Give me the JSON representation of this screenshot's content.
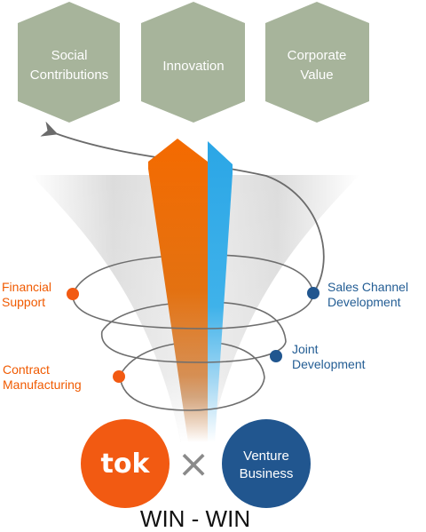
{
  "hexagons": [
    {
      "line1": "Social",
      "line2": "Contributions"
    },
    {
      "line1": "Innovation",
      "line2": ""
    },
    {
      "line1": "Corporate",
      "line2": "Value"
    }
  ],
  "left_items": [
    {
      "line1": "Financial",
      "line2": "Support"
    },
    {
      "line1": "Contract",
      "line2": "Manufacturing"
    }
  ],
  "right_items": [
    {
      "line1": "Sales Channel",
      "line2": "Development"
    },
    {
      "line1": "Joint",
      "line2": "Development"
    }
  ],
  "partners": {
    "tok_logo": "tok",
    "venture_line1": "Venture",
    "venture_line2": "Business",
    "cross_symbol": "×"
  },
  "footer": "WIN - WIN",
  "colors": {
    "hexagon": "#a7b49b",
    "orange": "#f46a00",
    "blue": "#2ba6e6",
    "tok_circle": "#f25a12",
    "venture_circle": "#21568f",
    "left_text": "#f05a00",
    "right_text": "#235d94"
  }
}
